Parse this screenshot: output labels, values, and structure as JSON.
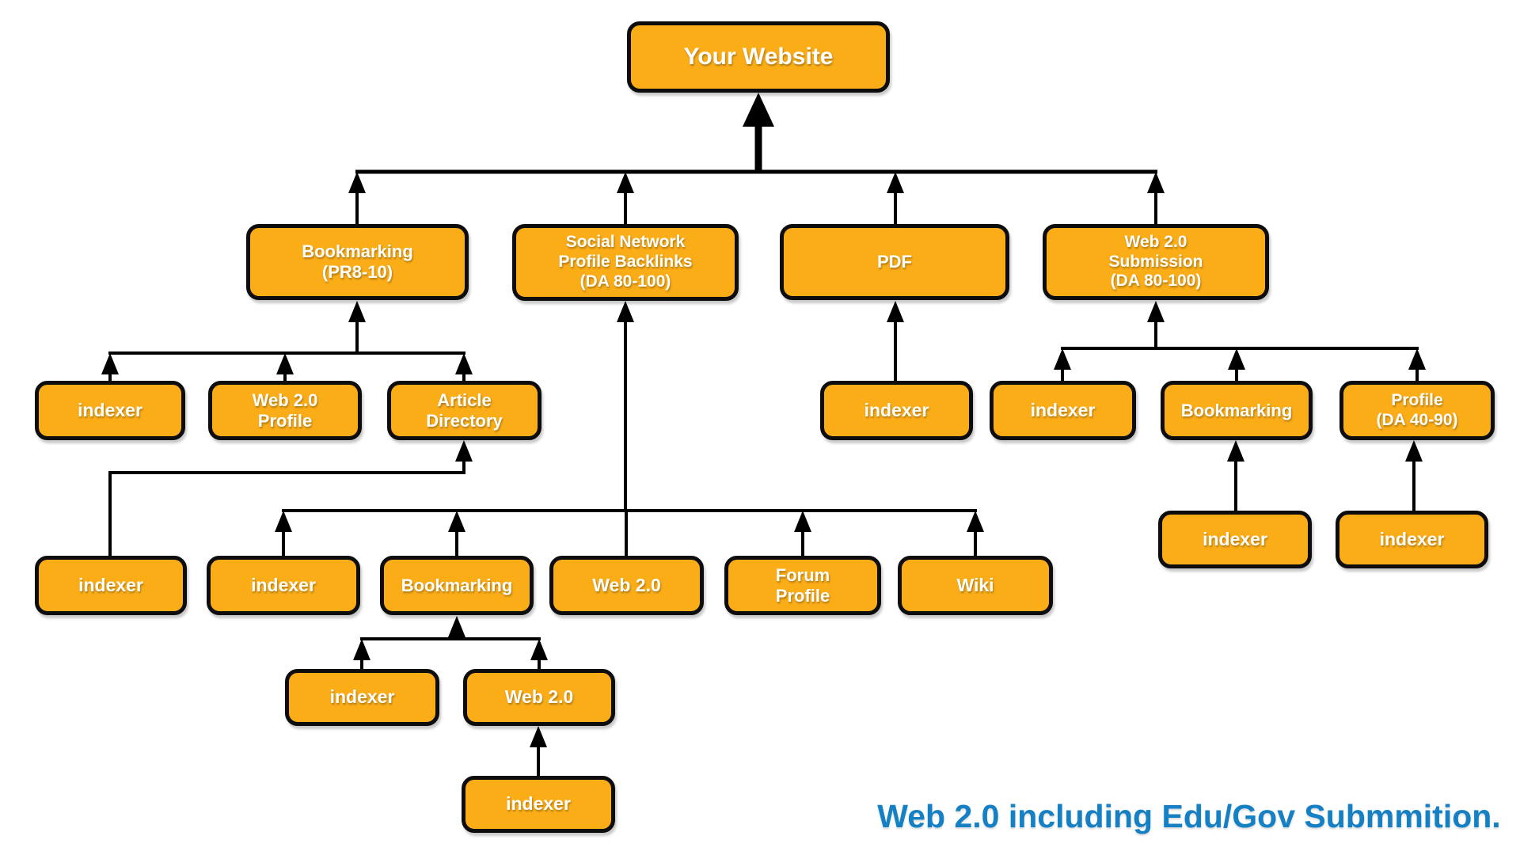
{
  "diagram": {
    "caption": "Web 2.0 including Edu/Gov Submmition.",
    "colors": {
      "node_fill": "#FBAD18",
      "node_border": "#0D0D0D",
      "node_text": "#FFFFFF",
      "connector": "#000000",
      "caption_text": "#1580C4",
      "background": "#FFFFFF"
    },
    "nodes": {
      "root": {
        "label": "Your Website"
      },
      "bookmarking_pr": {
        "label": "Bookmarking\n(PR8-10)"
      },
      "social_network": {
        "label": "Social Network\nProfile Backlinks\n(DA 80-100)"
      },
      "pdf": {
        "label": "PDF"
      },
      "web20_submission": {
        "label": "Web 2.0\nSubmission\n(DA 80-100)"
      },
      "indexer_l3a": {
        "label": "indexer"
      },
      "web20_profile": {
        "label": "Web 2.0\nProfile"
      },
      "article_directory": {
        "label": "Article\nDirectory"
      },
      "indexer_pdf": {
        "label": "indexer"
      },
      "indexer_r3a": {
        "label": "indexer"
      },
      "bookmarking_r": {
        "label": "Bookmarking"
      },
      "profile_da": {
        "label": "Profile\n(DA 40-90)"
      },
      "indexer_m1": {
        "label": "indexer"
      },
      "indexer_m2": {
        "label": "indexer"
      },
      "bookmarking_m": {
        "label": "Bookmarking"
      },
      "web20_m": {
        "label": "Web 2.0"
      },
      "forum_profile": {
        "label": "Forum\nProfile"
      },
      "wiki": {
        "label": "Wiki"
      },
      "indexer_r4a": {
        "label": "indexer"
      },
      "indexer_r4b": {
        "label": "indexer"
      },
      "indexer_l5": {
        "label": "indexer"
      },
      "web20_l5": {
        "label": "Web 2.0"
      },
      "indexer_l6": {
        "label": "indexer"
      }
    },
    "edges": [
      {
        "from": "bookmarking_pr",
        "to": "root"
      },
      {
        "from": "social_network",
        "to": "root"
      },
      {
        "from": "pdf",
        "to": "root"
      },
      {
        "from": "web20_submission",
        "to": "root"
      },
      {
        "from": "indexer_l3a",
        "to": "bookmarking_pr"
      },
      {
        "from": "web20_profile",
        "to": "bookmarking_pr"
      },
      {
        "from": "article_directory",
        "to": "bookmarking_pr"
      },
      {
        "from": "indexer_m1",
        "to": "article_directory"
      },
      {
        "from": "indexer_m2",
        "to": "social_network"
      },
      {
        "from": "bookmarking_m",
        "to": "social_network"
      },
      {
        "from": "web20_m",
        "to": "social_network"
      },
      {
        "from": "forum_profile",
        "to": "social_network"
      },
      {
        "from": "wiki",
        "to": "social_network"
      },
      {
        "from": "indexer_pdf",
        "to": "pdf"
      },
      {
        "from": "indexer_r3a",
        "to": "web20_submission"
      },
      {
        "from": "bookmarking_r",
        "to": "web20_submission"
      },
      {
        "from": "profile_da",
        "to": "web20_submission"
      },
      {
        "from": "indexer_r4a",
        "to": "bookmarking_r"
      },
      {
        "from": "indexer_r4b",
        "to": "profile_da"
      },
      {
        "from": "indexer_l5",
        "to": "bookmarking_m"
      },
      {
        "from": "web20_l5",
        "to": "bookmarking_m"
      },
      {
        "from": "indexer_l6",
        "to": "web20_l5"
      }
    ]
  }
}
